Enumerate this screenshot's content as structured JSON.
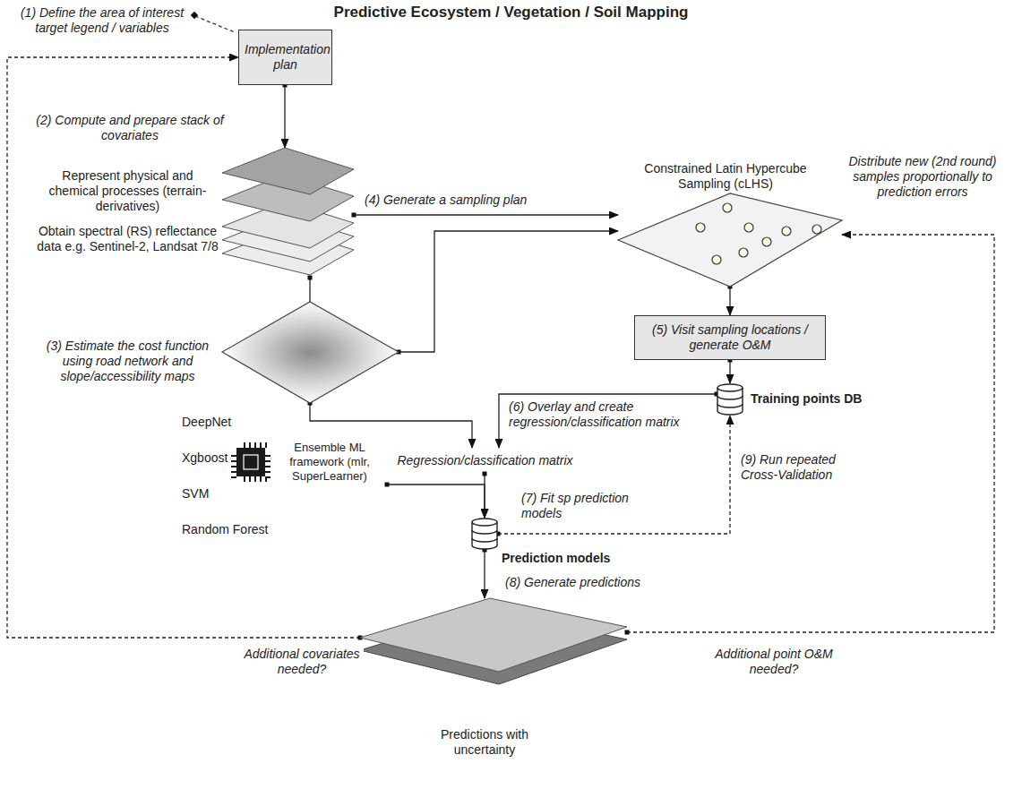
{
  "diagram": {
    "title": "Predictive Ecosystem / Vegetation / Soil Mapping",
    "nodes": [
      {
        "text": [
          "Implementation plan"
        ]
      },
      {
        "text": [
          "(2) Compute and prepare stack of covariates",
          "Represent physical and chemical processes (terrain-derivatives)",
          "Obtain spectral (RS) reflectance data e.g. Sentinel-2, Landsat 7/8"
        ]
      },
      {
        "text": [
          "(3) Estimate the cost function using road network and slope/accessibility maps"
        ]
      },
      {
        "text": [
          "Constrained Latin Hypercube Sampling (cLHS)"
        ]
      },
      {
        "text": [
          "(5) Visit sampling locations / generate O&M"
        ]
      },
      {
        "text": [
          "Training points DB"
        ]
      },
      {
        "text": [
          "Regression/classification matrix"
        ]
      },
      {
        "text": [
          "Ensemble ML framework (mlr, SuperLearner)"
        ]
      },
      {
        "text": [
          "Prediction models"
        ]
      },
      {
        "text": [
          "Predictions with uncertainty"
        ]
      }
    ],
    "edges": [
      {
        "from": 0,
        "to": 1,
        "arrow": "to"
      },
      {
        "from": 1,
        "to": 3,
        "label": "(4) Generate a sampling plan",
        "arrow": "to"
      },
      {
        "from": 2,
        "to": 3,
        "arrow": "to"
      },
      {
        "from": 1,
        "to": 2,
        "arrow": "none"
      },
      {
        "from": 3,
        "to": 4,
        "arrow": "to"
      },
      {
        "from": 4,
        "to": 5,
        "arrow": "to"
      },
      {
        "from": 5,
        "to": 6,
        "label": "(6) Overlay and create regression/classification matrix",
        "arrow": "to"
      },
      {
        "from": 2,
        "to": 6,
        "arrow": "to"
      },
      {
        "from": 7,
        "to": 8,
        "arrow": "to"
      },
      {
        "from": 6,
        "to": 8,
        "label": "(7) Fit sp prediction models",
        "arrow": "to"
      },
      {
        "from": 8,
        "to": 9,
        "label": "(8) Generate predictions",
        "arrow": "to"
      },
      {
        "from": 8,
        "to": 5,
        "label": "(9) Run repeated Cross-Validation",
        "arrow": "to"
      },
      {
        "from": 9,
        "to": 0,
        "label": "Additional covariates needed?",
        "arrow": "to"
      },
      {
        "from": 9,
        "to": 3,
        "label": "Additional point O&M needed?",
        "arrow": "to"
      }
    ],
    "labels": [
      "(1) Define the area of interest target legend / variables",
      "Distribute new (2nd round) samples proportionally to prediction errors",
      "DeepNet",
      "Xgboost",
      "SVM",
      "Random Forest"
    ]
  }
}
